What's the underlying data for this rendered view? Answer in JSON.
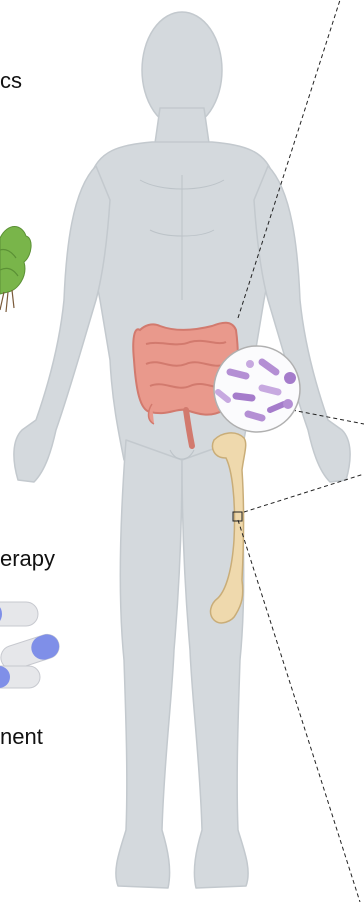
{
  "labels": {
    "top_fragment": "cs",
    "middle_fragment": "erapy",
    "bottom_fragment": "nent"
  },
  "colors": {
    "body": "#d4d9dd",
    "body_outline": "#c3c9ce",
    "intestine": "#e9998c",
    "intestine_dark": "#d27a6e",
    "bone": "#efd9ad",
    "bone_outline": "#c9ad78",
    "bacteria": "#b48fd4",
    "pill_blue": "#7f8fe8",
    "lettuce": "#79b54a"
  },
  "icons": [
    "human-body-icon",
    "large-intestine-icon",
    "femur-bone-icon",
    "bacteria-magnifier-icon",
    "lettuce-icon",
    "capsule-icon"
  ]
}
